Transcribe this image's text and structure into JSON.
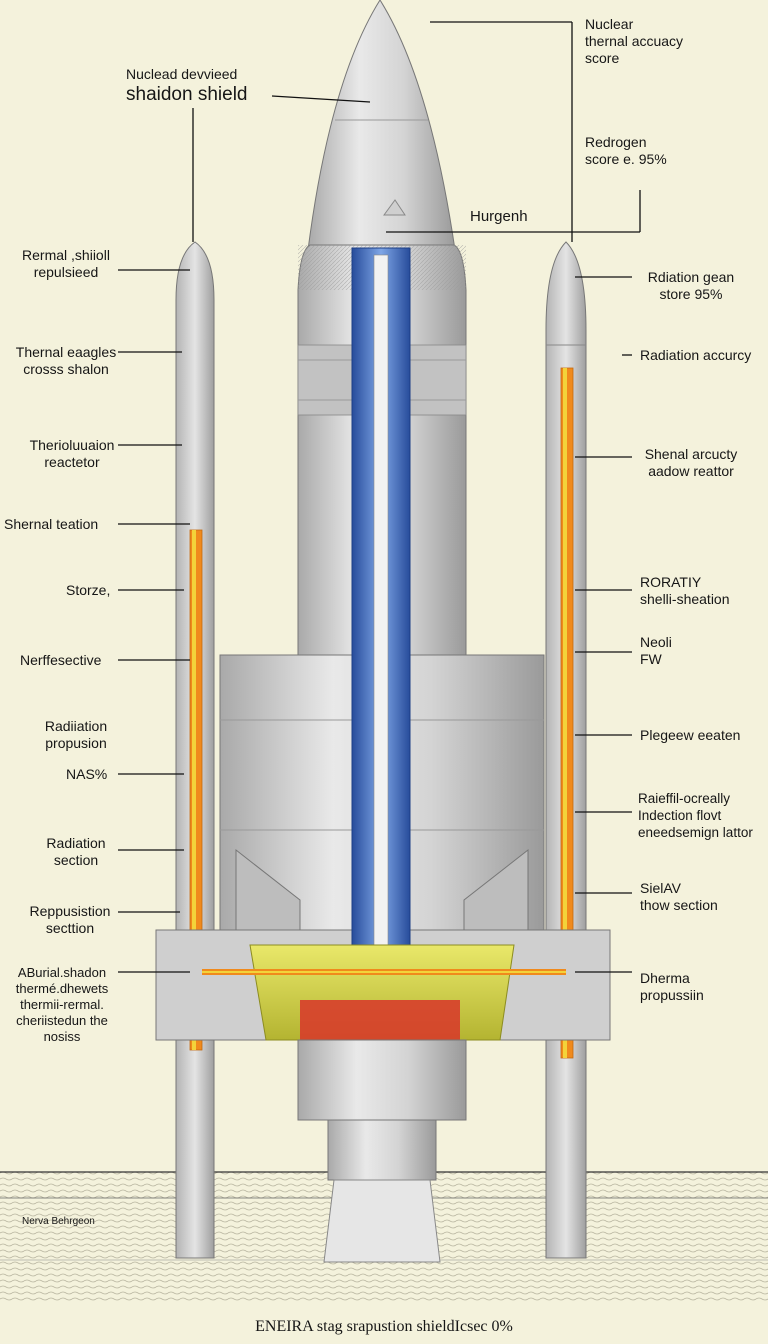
{
  "labels": {
    "top_left_1": "Nuclead devvieed",
    "top_left_2": "shaidon shield",
    "top_right_1": "Nuclear\nthernal accuacy\nscore",
    "top_right_2": "Redrogen\nscore e. 95%",
    "center_top": "Hurgenh",
    "left": [
      "Rermal ,shiioll\nrepulsieed",
      "Thernal eaagles\ncrosss shalon",
      "Therioluuaion\nreactetor",
      "Shernal teation",
      "Storze,",
      "Nerffesective",
      "Radiiation\npropusion",
      "NAS%",
      "Radiation\nsection",
      "Reppusistion\nsecttion",
      "ABurial.shadon\nthermé.dhewets\nthermii-rermal.\ncheriistedun the\nnosiss"
    ],
    "right": [
      "Rdiation gean\nstore 95%",
      "Radiation accurcy",
      "Shenal arcucty\naadow  reattor",
      "RORATIY\nshelli-sheation",
      "Neoli\nFW",
      "Plegeew eeaten",
      "Raieffil-ocreally\nIndection flovt\neneedsemign lattor",
      "SielAV\nthow section",
      "Dherma\npropussiin"
    ],
    "ground_left": "Nerva Behrgeon",
    "caption": "ENEIRA stag  srapustion shieldIcsec 0%"
  },
  "colors": {
    "background": "#f4f2dc",
    "metal": "#c9c9c9",
    "metal_dark": "#8d8d8d",
    "core_blue": "#3f6fc4",
    "fuel_yellow": "#d9d84a",
    "hot_orange": "#f08a1c",
    "hot_red": "#d8352a",
    "leader_line": "#111111"
  }
}
